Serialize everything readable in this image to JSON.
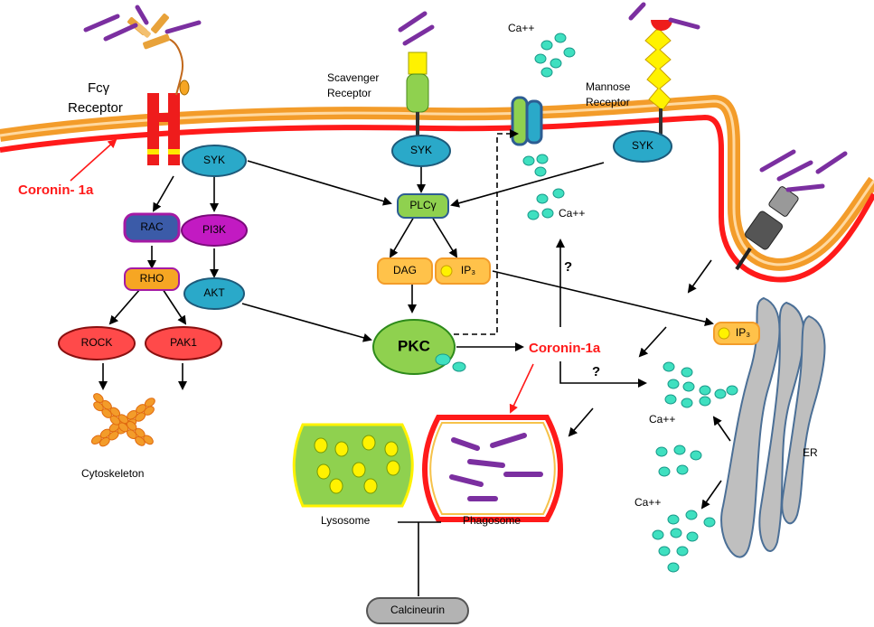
{
  "colors": {
    "membrane_outer": "#f39c2a",
    "membrane_inner": "#ff1a1a",
    "syk": "#2aa9c9",
    "plc": "#8fd14f",
    "pi3k": "#c21ac2",
    "rac": "#3b5ba8",
    "rho": "#f6a623",
    "rock": "#ff4a4a",
    "pkc": "#8fd14f",
    "ca": "#3fe0c0",
    "pathogen": "#7b2fa0",
    "er": "#b9b9b9",
    "highlight_red": "#ff1a1a"
  },
  "receptors": {
    "fcg": "Fcγ",
    "fcg2": "Receptor",
    "scav1": "Scavenger",
    "scav2": "Receptor",
    "mann1": "Mannose",
    "mann2": "Receptor"
  },
  "labels": {
    "coronin_membrane": "Coronin- 1a",
    "coronin_center": "Coronin-1a",
    "cytoskeleton": "Cytoskeleton",
    "lysosome": "Lysosome",
    "phagosome": "Phagosome",
    "er": "ER",
    "ca_top": "Ca++",
    "ca_mid": "Ca++",
    "ca_er": "Ca++",
    "ca_low": "Ca++",
    "q1": "?",
    "q2": "?"
  },
  "nodes": {
    "syk1": "SYK",
    "syk2": "SYK",
    "syk3": "SYK",
    "rac": "RAC",
    "pi3k": "PI3K",
    "rho": "RHO",
    "akt": "AKT",
    "rock": "ROCK",
    "pak1": "PAK1",
    "plc": "PLCγ",
    "dag": "DAG",
    "ip3": "IP₃",
    "ip3_er": "IP₃",
    "pkc": "PKC",
    "calcineurin": "Calcineurin"
  }
}
